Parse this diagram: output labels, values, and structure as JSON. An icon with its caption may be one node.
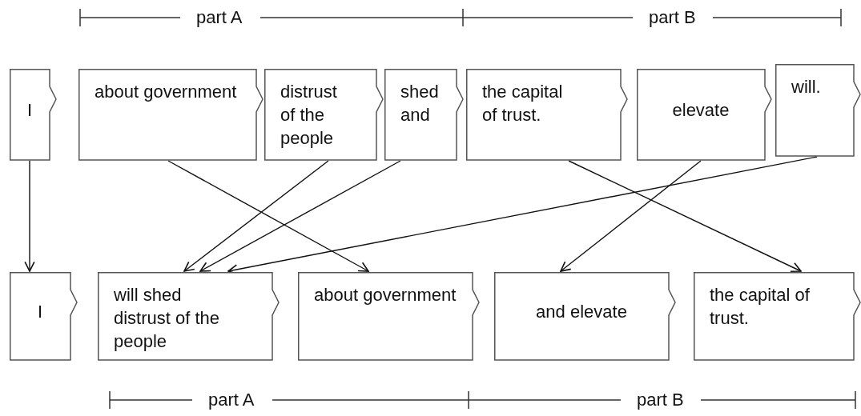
{
  "diagram": {
    "nodes": [
      {
        "text": [
          "I"
        ]
      },
      {
        "text": [
          "about government"
        ]
      },
      {
        "text": [
          "distrust of the people"
        ]
      },
      {
        "text": [
          "shed and"
        ]
      },
      {
        "text": [
          "the capital of trust."
        ]
      },
      {
        "text": [
          "elevate"
        ]
      },
      {
        "text": [
          "will."
        ]
      },
      {
        "text": [
          "I"
        ]
      },
      {
        "text": [
          "will shed distrust of the people"
        ]
      },
      {
        "text": [
          "about government"
        ]
      },
      {
        "text": [
          "and elevate"
        ]
      },
      {
        "text": [
          "the capital of trust."
        ]
      }
    ],
    "edges": [
      {
        "from": 0,
        "to": 7,
        "arrow": "to"
      },
      {
        "from": 1,
        "to": 9,
        "arrow": "to"
      },
      {
        "from": 2,
        "to": 8,
        "arrow": "to"
      },
      {
        "from": 3,
        "to": 8,
        "arrow": "to"
      },
      {
        "from": 4,
        "to": 11,
        "arrow": "to"
      },
      {
        "from": 5,
        "to": 10,
        "arrow": "to"
      },
      {
        "from": 6,
        "to": 8,
        "arrow": "to"
      }
    ],
    "labels": [
      "part A",
      "part B",
      "part A",
      "part B"
    ]
  }
}
